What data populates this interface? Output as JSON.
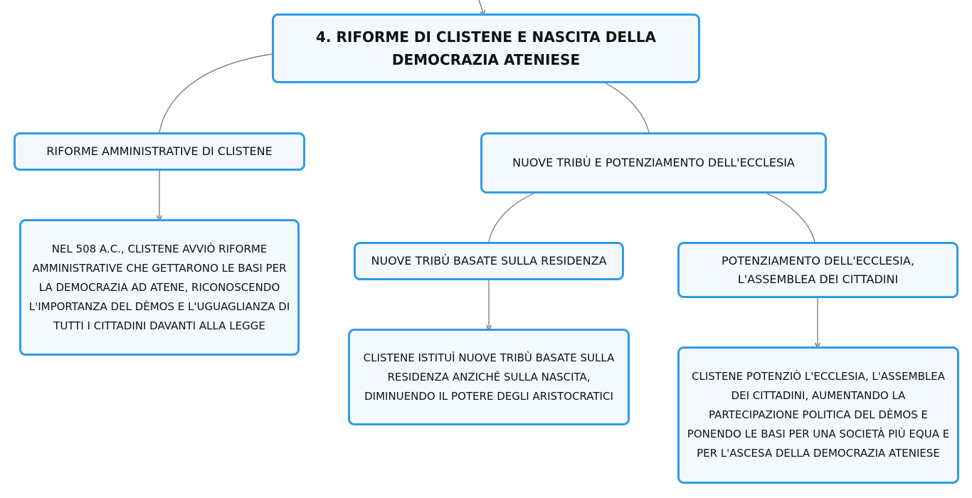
{
  "root": {
    "title": "4. RIFORME DI CLISTENE E NASCITA DELLA DEMOCRAZIA ATENIESE"
  },
  "branches": {
    "admin": {
      "label": "RIFORME AMMINISTRATIVE DI CLISTENE",
      "detail": "NEL 508 A.C., CLISTENE AVVIÒ RIFORME AMMINISTRATIVE CHE GETTARONO LE BASI PER LA DEMOCRAZIA AD ATENE, RICONOSCENDO L'IMPORTANZA DEL DÈMOS E L'UGUAGLIANZA DI TUTTI I CITTADINI DAVANTI ALLA LEGGE"
    },
    "tribu": {
      "label": "NUOVE TRIBÙ E POTENZIAMENTO DELL'ECCLESIA",
      "residenza": {
        "label": "NUOVE TRIBÙ BASATE SULLA RESIDENZA",
        "detail": "CLISTENE ISTITUÌ NUOVE TRIBÙ BASATE SULLA RESIDENZA ANZICHÉ SULLA NASCITA, DIMINUENDO IL POTERE DEGLI ARISTOCRATICI"
      },
      "ecclesia": {
        "label": "POTENZIAMENTO DELL'ECCLESIA, L'ASSEMBLEA DEI CITTADINI",
        "detail": "CLISTENE POTENZIÒ L'ECCLESIA, L'ASSEMBLEA DEI CITTADINI, AUMENTANDO LA PARTECIPAZIONE POLITICA DEL DÈMOS E PONENDO LE BASI PER UNA SOCIETÀ PIÙ EQUA E PER L'ASCESA DELLA DEMOCRAZIA ATENIESE"
      }
    }
  },
  "colors": {
    "node_border": "#2e9ce8",
    "node_fill": "#f3f9fe",
    "connector": "#6b6b6b",
    "text": "#111111"
  }
}
